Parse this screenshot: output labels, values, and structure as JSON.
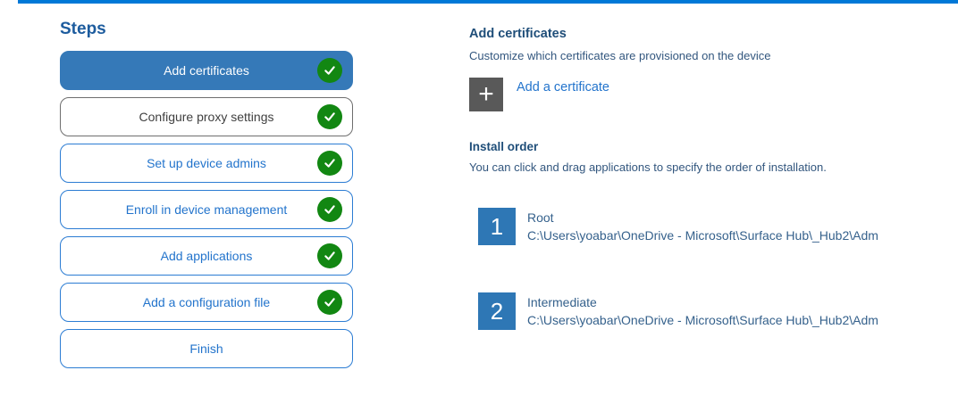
{
  "colors": {
    "top_line": "#0078d7",
    "selected_step_fill": "#3579b8",
    "step_border_blue": "#2b7cd3",
    "step_text_blue": "#2374cc",
    "check_green": "#128712",
    "heading_navy": "#1f4e79",
    "body_navy": "#32567e",
    "number_square_blue": "#2e77b5",
    "plus_button_gray": "#595959"
  },
  "steps_panel": {
    "title": "Steps",
    "items": [
      {
        "label": "Add certificates",
        "state": "selected",
        "checked": true
      },
      {
        "label": "Configure proxy settings",
        "state": "hovered",
        "checked": true
      },
      {
        "label": "Set up device admins",
        "state": "normal",
        "checked": true
      },
      {
        "label": "Enroll in device management",
        "state": "normal",
        "checked": true
      },
      {
        "label": "Add applications",
        "state": "normal",
        "checked": true
      },
      {
        "label": "Add a configuration file",
        "state": "normal",
        "checked": true
      },
      {
        "label": "Finish",
        "state": "normal",
        "checked": false
      }
    ]
  },
  "content": {
    "title": "Add certificates",
    "subtitle": "Customize which certificates are provisioned on the device",
    "add_button": {
      "icon": "plus-icon",
      "label": "Add a certificate"
    },
    "install_order": {
      "title": "Install order",
      "description": "You can click and drag applications to specify the order of installation.",
      "items": [
        {
          "number": "1",
          "name": "Root",
          "path": "C:\\Users\\yoabar\\OneDrive - Microsoft\\Surface Hub\\_Hub2\\Adm"
        },
        {
          "number": "2",
          "name": "Intermediate",
          "path": "C:\\Users\\yoabar\\OneDrive - Microsoft\\Surface Hub\\_Hub2\\Adm"
        }
      ]
    }
  }
}
